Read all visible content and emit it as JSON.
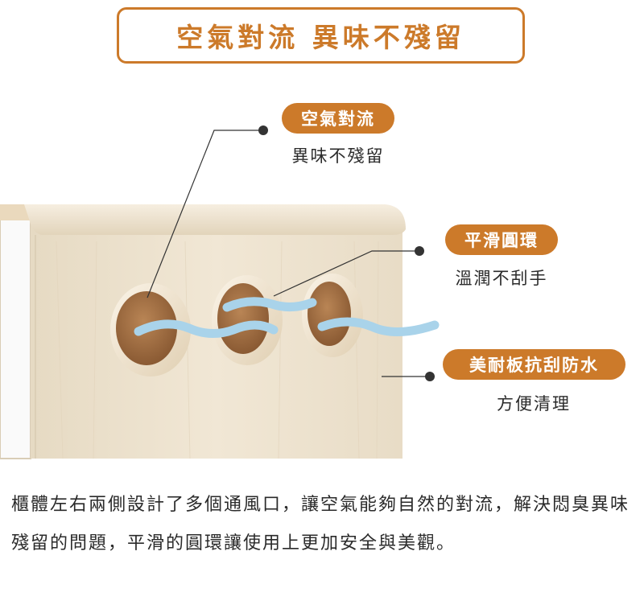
{
  "title": "空氣對流 異味不殘留",
  "callouts": [
    {
      "badge": "空氣對流",
      "sub": "異味不殘留"
    },
    {
      "badge": "平滑圓環",
      "sub": "溫潤不刮手"
    },
    {
      "badge": "美耐板抗刮防水",
      "sub": "方便清理"
    }
  ],
  "description": "櫃體左右兩側設計了多個通風口，讓空氣能夠自然的對流，解決悶臭異味殘留的問題，平滑的圓環讓使用上更加安全與美觀。",
  "colors": {
    "accent": "#cc7a2a",
    "wood": "#efe4d1",
    "airflow": "#a9d3ea"
  }
}
